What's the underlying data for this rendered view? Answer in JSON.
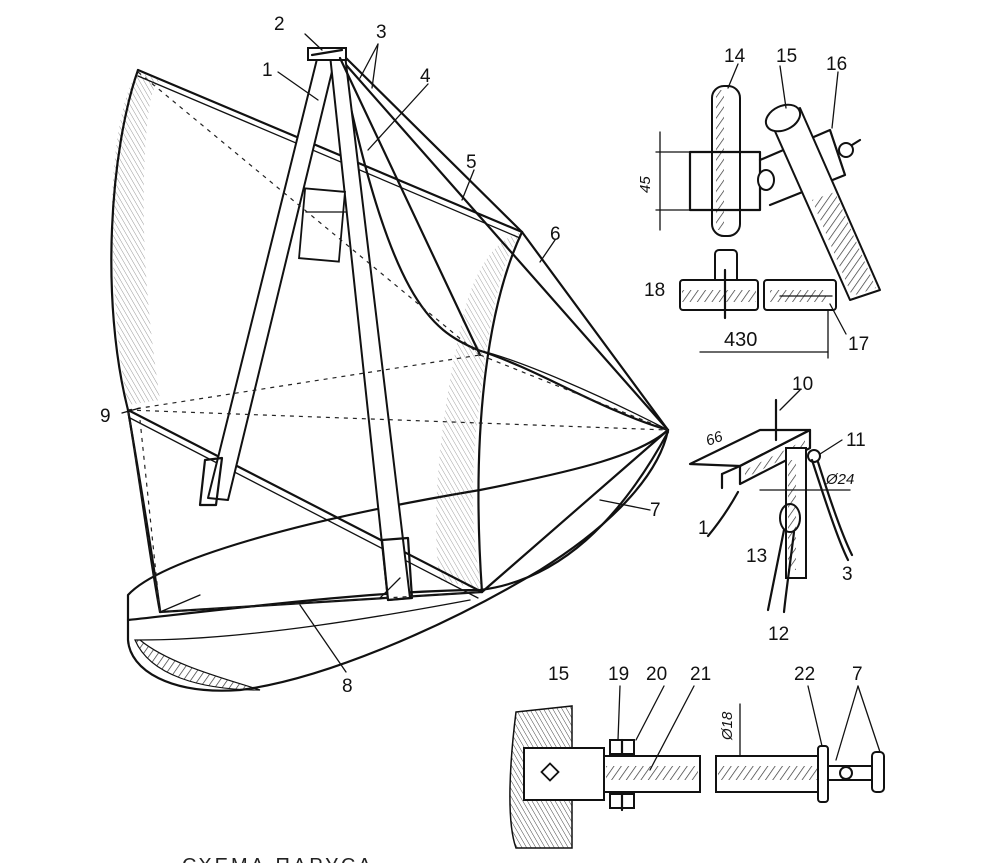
{
  "labels": {
    "n1": "1",
    "n2": "2",
    "n3": "3",
    "n4": "4",
    "n5": "5",
    "n6": "6",
    "n7": "7",
    "n8": "8",
    "n9": "9",
    "n10": "10",
    "n11": "11",
    "n12": "12",
    "n13": "13",
    "n14": "14",
    "n15": "15",
    "n16": "16",
    "n17": "17",
    "n18": "18",
    "n19": "19",
    "n20": "20",
    "n21": "21",
    "n22": "22",
    "n3b": "3",
    "n7b": "7",
    "n1b": "1",
    "n15b": "15"
  },
  "dimensions": {
    "d45": "45",
    "d430": "430",
    "d66": "66",
    "d24": "Ø24",
    "d18": "Ø18"
  },
  "caption": "СХЕМА ПАРУСА",
  "colors": {
    "ink": "#111111",
    "sail_shade": "#d8d8d8",
    "background": "#ffffff"
  }
}
